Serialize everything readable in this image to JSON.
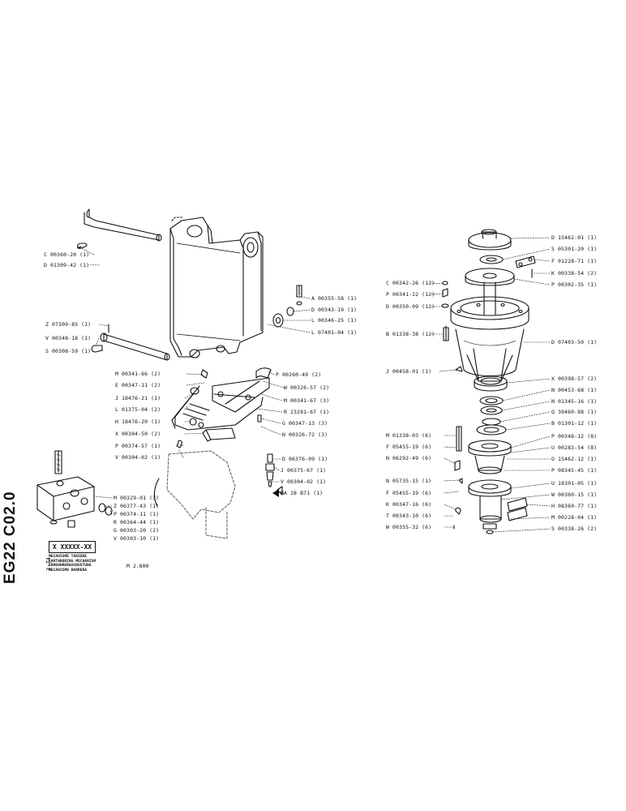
{
  "sheet": {
    "code": "EG22 C02.0",
    "date": "3-74",
    "ref_box": "X XXXXX-XX",
    "titles": [
      "MECANISME TARIERE",
      "EARTHBORING MECHANISM",
      "ERDBOHRERAUSRUSTUNG",
      "MECANISMO BARRENA"
    ],
    "model": "M 2.800"
  },
  "left_labels": [
    "C 00360-20 (1)",
    "D 01309-42 (1)",
    "Z 07309-85 (1)",
    "V 00348-18 (1)",
    "S 00308-59 (1)",
    "A 00355-58 (1)",
    "D 00343-19 (1)",
    "L 00346-25 (1)",
    "L 07401-04 (1)",
    "M 00341-66 (2)",
    "E 00347-11 (2)",
    "J 18476-21 (1)",
    "L 01375-04 (2)",
    "H 18476-20 (1)",
    "X 00304-50 (2)",
    "P 00374-57 (1)",
    "V 00304-02 (1)",
    "P 00260-49 (2)",
    "W 00326-57 (2)",
    "M 00341-67 (3)",
    "R 23281-67 (1)",
    "G 00347-13 (3)",
    "N 00326-72 (3)",
    "D 06376-09 (1)",
    "J 00375-67 (1)",
    "V 00304-02 (1)",
    "HA 28 B71 (1)",
    "M 00329-01 (3)",
    "Z 06377-43 (1)",
    "P 00374-11 (1)",
    "R 00364-44 (1)",
    "G 00303-20 (2)",
    "V 00303-10 (1)"
  ],
  "right_labels": [
    "D 15462-01 (1)",
    "S 05301-20 (1)",
    "F 01228-71 (1)",
    "K 00338-54 (2)",
    "P 00302-35 (1)",
    "C 00342-26 (12)",
    "P 00341-22 (12)",
    "D 00350-09 (12)",
    "B 01338-38 (12)",
    "D 07403-50 (1)",
    "J 00458-01 (1)",
    "X 00398-57 (2)",
    "N 00453-68 (1)",
    "N 01345-16 (1)",
    "Q 30460-88 (1)",
    "B 01301-12 (1)",
    "M 01338-03 (6)",
    "P 00348-12 (8)",
    "F 05455-19 (6)",
    "U 00283-54 (8)",
    "N 06292-49 (6)",
    "O 15462-12 (1)",
    "P 08345-45 (1)",
    "N 05735-15 (1)",
    "U 18301-05 (1)",
    "F 05455-19 (6)",
    "W 00360-15 (1)",
    "K 00347-16 (6)",
    "H 08369-77 (1)",
    "T 00343-10 (6)",
    "M 00228-04 (1)",
    "W 00355-32 (6)",
    "S 00338-26 (2)"
  ]
}
